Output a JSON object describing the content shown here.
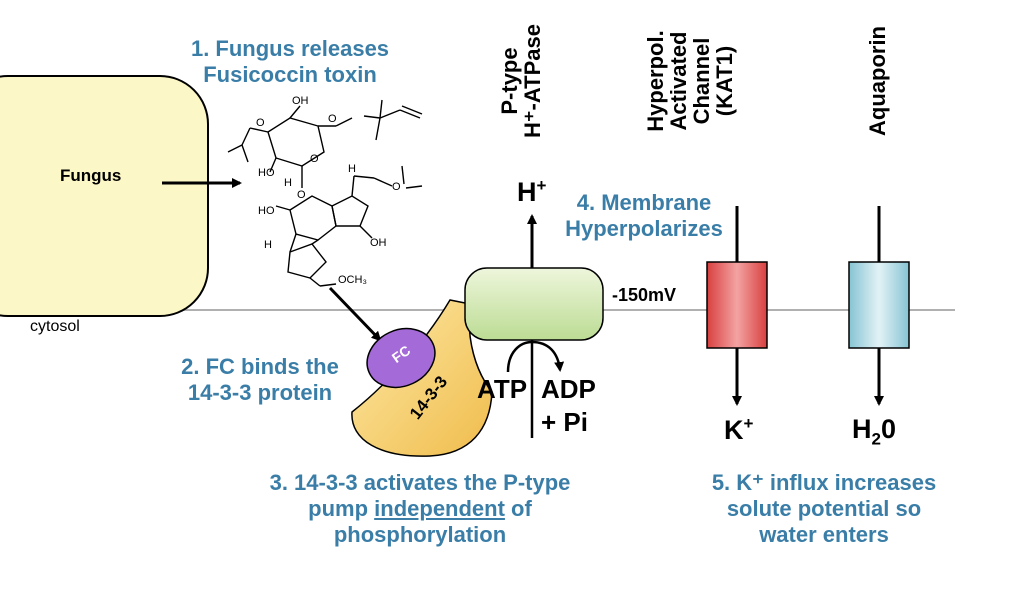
{
  "steps": {
    "s1_line1": "1. Fungus releases",
    "s1_line2": "Fusicoccin toxin",
    "s2_line1": "2. FC binds the",
    "s2_line2": "14-3-3 protein",
    "s3_line1": "3. 14-3-3 activates the P-type",
    "s3_line2_pre": "pump ",
    "s3_line2_underlined": "independent",
    "s3_line2_post": " of",
    "s3_line3": "phosphorylation",
    "s4_line1": "4. Membrane",
    "s4_line2": "Hyperpolarizes",
    "s5_line1": "5. K⁺ influx increases",
    "s5_line2": "solute potential so",
    "s5_line3": "water enters"
  },
  "labels": {
    "fungus": "Fungus",
    "cytosol": "cytosol",
    "fc": "FC",
    "protein_1433": "14-3-3",
    "voltage": "-150mV",
    "atp": "ATP",
    "adp": "ADP",
    "pi": "+ Pi",
    "h_ion": "H",
    "h_sup": "+",
    "k_ion": "K",
    "k_sup": "+",
    "water_h": "H",
    "water_sub": "2",
    "water_o": "0"
  },
  "column_headers": {
    "ptype_line1": "P-type",
    "ptype_line2": "H⁺-ATPase",
    "kat1_line1": "Hyperpol.",
    "kat1_line2": "Activated",
    "kat1_line3": "Channel",
    "kat1_line4": "(KAT1)",
    "aquaporin": "Aquaporin"
  },
  "molecule_labels": {
    "oh_top": "OH",
    "oh_left": "HO",
    "h_ring": "H",
    "o_ring": "O",
    "ho_mid": "HO",
    "h_mid": "H",
    "h_left": "H",
    "oh_right": "OH",
    "och3": "OCH₃",
    "o_top": "O",
    "o_right": "O",
    "o_left": "O",
    "o_link": "O"
  },
  "colors": {
    "step_text": "#3a7ea8",
    "fungus_fill": "#fbf7c6",
    "fc_fill": "#a46ad8",
    "protein_fill": "#f2c96a",
    "pump_fill": "#d4e8b0",
    "kat1_fill": "#e8585c",
    "aquaporin_fill": "#b6dde6",
    "membrane": "#b0b0b0"
  }
}
